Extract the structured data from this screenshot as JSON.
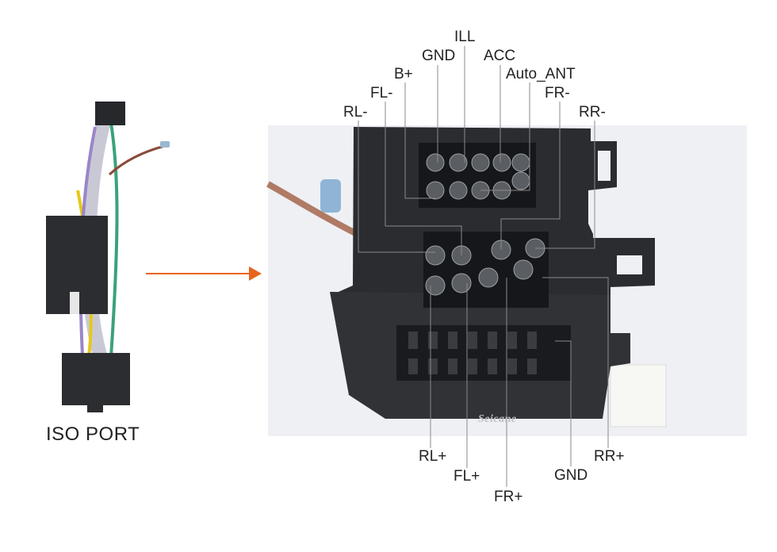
{
  "caption": "ISO PORT",
  "watermark": "Seicane",
  "labels": {
    "ill": "ILL",
    "gnd_top": "GND",
    "acc": "ACC",
    "b_plus": "B+",
    "auto_ant": "Auto_ANT",
    "fl_minus": "FL-",
    "fr_minus": "FR-",
    "rl_minus": "RL-",
    "rr_minus": "RR-",
    "rl_plus": "RL+",
    "fl_plus": "FL+",
    "fr_plus": "FR+",
    "gnd_bottom": "GND",
    "rr_plus": "RR+"
  },
  "colors": {
    "arrow": "#e8641c",
    "connector": "#2a2c30",
    "photo_bg": "#eef0f4",
    "leader": "#8a8a8a"
  }
}
